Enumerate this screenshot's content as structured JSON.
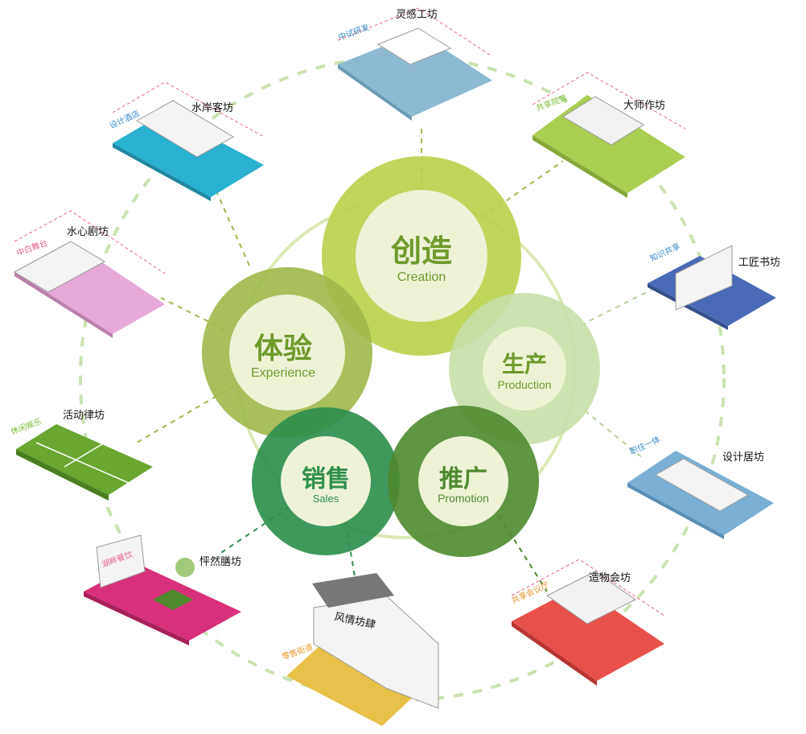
{
  "hubs": {
    "creation": {
      "cn": "创造",
      "en": "Creation"
    },
    "production": {
      "cn": "生产",
      "en": "Production"
    },
    "promotion": {
      "cn": "推广",
      "en": "Promotion"
    },
    "sales": {
      "cn": "销售",
      "en": "Sales"
    },
    "experience": {
      "cn": "体验",
      "en": "Experience"
    }
  },
  "modules": {
    "linggan": {
      "name": "灵感工坊",
      "tag": "中试研发"
    },
    "dashi": {
      "name": "大师作坊",
      "tag": "共享院落"
    },
    "gongjiang": {
      "name": "工匠书坊",
      "tag": "知识共享"
    },
    "sheji": {
      "name": "设计居坊",
      "tag": "职住一体"
    },
    "zaowu": {
      "name": "造物会坊",
      "tag": "共享会议厅"
    },
    "fengqing": {
      "name": "风情坊肆",
      "tag": "零售街道"
    },
    "pingran": {
      "name": "怦然膳坊",
      "tag": "湖畔餐饮"
    },
    "huodong": {
      "name": "活动律坊",
      "tag": "休闲娱乐"
    },
    "shuixin": {
      "name": "水心剧坊",
      "tag": "中白舞台"
    },
    "shuian": {
      "name": "水岸客坊",
      "tag": "设计酒店"
    }
  },
  "colors": {
    "creation": "#b9d04a",
    "production": "#c8dfa8",
    "promotion": "#4f8a2e",
    "sales": "#2f8f4e",
    "experience": "#9fb84a",
    "inner_fill": "#eef3d6",
    "tag_pink": "#e8648e",
    "tag_blue": "#3b88c9",
    "tag_green": "#7cbb3a",
    "tag_orange": "#e8962e"
  }
}
